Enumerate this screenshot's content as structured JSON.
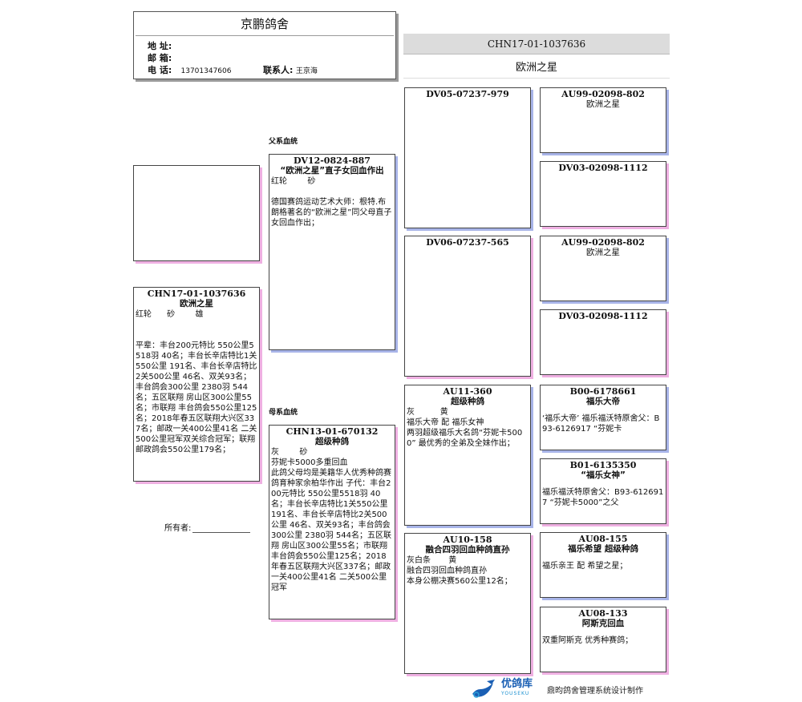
{
  "loft": {
    "title": "京鹏鸽舍",
    "address_label": "地  址:",
    "address_value": "",
    "email_label": "邮  箱:",
    "email_value": "",
    "phone_label": "电  话:",
    "phone_value": "13701347606",
    "contact_label": "联系人:",
    "contact_value": "王京海"
  },
  "pigeon": {
    "ring": "CHN17-01-1037636",
    "name": "欧洲之星"
  },
  "labels": {
    "sire_line": "父系血统",
    "dam_line": "母系血统",
    "owner": "所有者:"
  },
  "subject": {
    "ring": "CHN17-01-1037636",
    "name": "欧洲之星",
    "attrs": "红轮      砂        雄",
    "desc": "平辈：丰台200元特比 550公里5518羽 40名；丰台长辛店特比1关550公里 191名、丰台长辛店特比2关500公里 46名、双关93名；丰台鸽会300公里 2380羽 544名；五区联翔 房山区300公里55名；市联翔 丰台鸽会550公里125名；2018年春五区联翔大兴区337名；邮政一关400公里41名 二关500公里冠军双关综合冠军；联翔 邮政鸽会550公里179名；"
  },
  "sire": {
    "ring": "DV12-0824-887",
    "name": "“欧洲之星”直子女回血作出",
    "attrs": "红轮        砂",
    "desc": "德国赛鸽运动艺术大师：根特.布朗格著名的“欧洲之星”同父母直子女回血作出；"
  },
  "dam": {
    "ring": "CHN13-01-670132",
    "name": "超级种鸽",
    "attrs": "灰        砂",
    "desc": "芬妮卡5000多重回血\n此鸽父母均是美籍华人优秀种鸽赛鸽育种家余柏华作出 子代：丰台200元特比 550公里5518羽 40名；丰台长辛店特比1关550公里 191名、丰台长辛店特比2关500公里 46名、双关93名；丰台鸽会300公里 2380羽 544名；五区联翔 房山区300公里55名；市联翔 丰台鸽会550公里125名；2018年春五区联翔大兴区337名；邮政一关400公里41名 二关500公里冠军"
  },
  "grandparents": {
    "ss": {
      "ring": "DV05-07237-979"
    },
    "sd": {
      "ring": "DV06-07237-565"
    },
    "ds": {
      "ring": "AU11-360",
      "name": "超级种鸽",
      "attrs": "灰          黄",
      "desc": "福乐大帝 配 福乐女神\n两羽超级福乐大名鸽“芬妮卡5000” 最优秀的全弟及全妹作出；"
    },
    "dd": {
      "ring": "AU10-158",
      "name": "融合四羽回血种鸽直孙",
      "attrs": "灰白条       黄",
      "desc": "融合四羽回血种鸽直孙\n本身公棚决赛560公里12名；"
    }
  },
  "great_grandparents": {
    "sss": {
      "ring": "AU99-02098-802",
      "name": "欧洲之星"
    },
    "ssd": {
      "ring": "DV03-02098-1112"
    },
    "sds": {
      "ring": "AU99-02098-802",
      "name": "欧洲之星"
    },
    "sdd": {
      "ring": "DV03-02098-1112"
    },
    "dss": {
      "ring": "B00-6178661",
      "name": "福乐大帝",
      "desc": " ‘福乐大帝’ 福乐福沃特原舍父：B93-6126917 “芬妮卡"
    },
    "dsd": {
      "ring": "B01-6135350",
      "name": "“福乐女神”",
      "desc": "福乐福沃特原舍父：B93-6126917 “芬妮卡5000”之父"
    },
    "dds": {
      "ring": "AU08-155",
      "name": "福乐希望 超级种鸽",
      "desc": "福乐亲王 配 希望之星；"
    },
    "ddd": {
      "ring": "AU08-133",
      "name": "阿斯克回血",
      "desc": "双重阿斯克 优秀种赛鸽；"
    }
  },
  "footer": {
    "logo_cn": "优鸽库",
    "logo_en": "YOUSEKU",
    "credit": "鼎昀鸽舍管理系统设计制作"
  },
  "colors": {
    "male_shadow": "#a8b4e8",
    "female_shadow": "#efb0e2",
    "header_bar": "#dcdcdc",
    "logo_blue": "#1a5fb4"
  }
}
